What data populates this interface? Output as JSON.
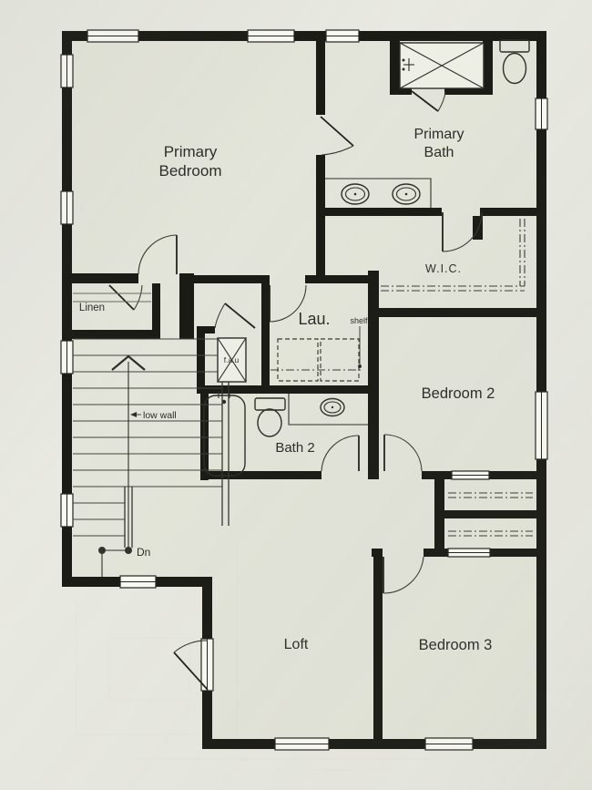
{
  "colors": {
    "paper": "#e8e9e1",
    "floor": "#e3e5da",
    "wall": "#1b1b16",
    "ink": "#2d2d28"
  },
  "rooms": {
    "primary_bedroom": {
      "line1": "Primary",
      "line2": "Bedroom"
    },
    "primary_bath": {
      "line1": "Primary",
      "line2": "Bath"
    },
    "wic": {
      "label": "W.I.C."
    },
    "linen": {
      "label": "Linen"
    },
    "laundry": {
      "label": "Lau."
    },
    "bath2": {
      "label": "Bath 2"
    },
    "bedroom2": {
      "label": "Bedroom 2"
    },
    "bedroom3": {
      "label": "Bedroom 3"
    },
    "loft": {
      "label": "Loft"
    }
  },
  "annotations": {
    "shelf": "shelf",
    "fau": "f.a.u",
    "low_wall": "low wall",
    "down": "Dn"
  }
}
